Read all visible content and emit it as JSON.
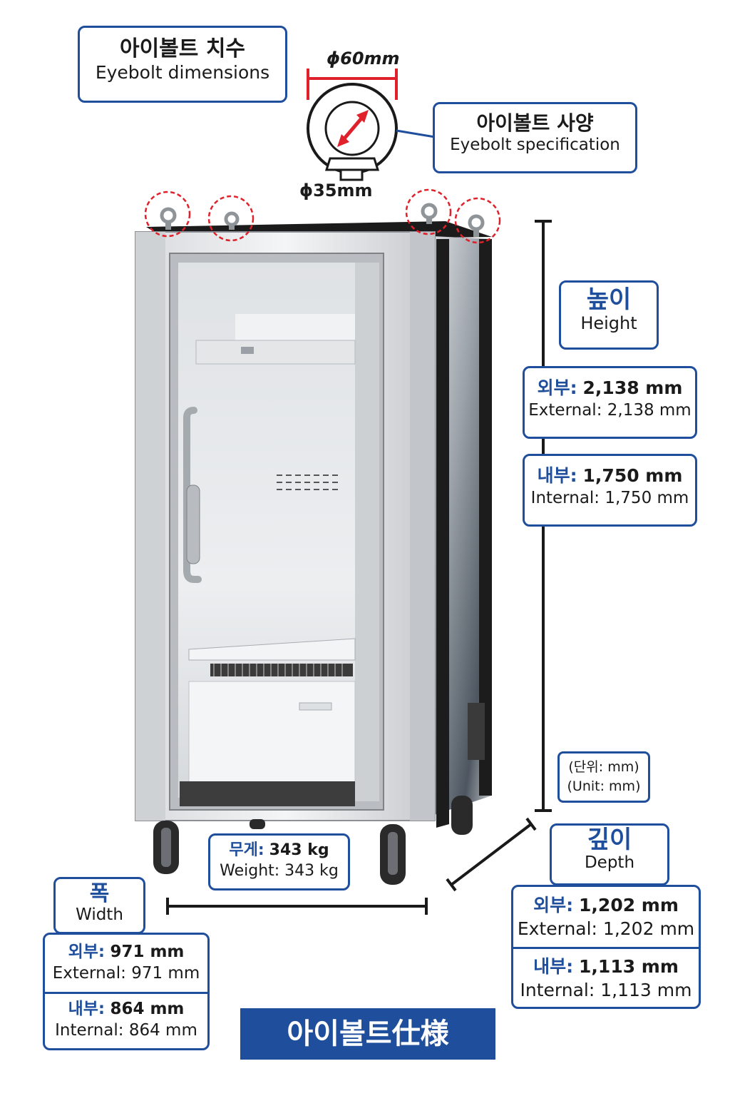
{
  "eyebolt_dimensions": {
    "ko": "아이볼트 치수",
    "en": "Eyebolt dimensions"
  },
  "eyebolt_spec": {
    "ko": "아이볼트 사양",
    "en": "Eyebolt specification"
  },
  "eyebolt_outer": "ϕ60mm",
  "eyebolt_inner": "ϕ35mm",
  "height": {
    "ko": "높이",
    "en": "Height",
    "external_ko_label": "외부:",
    "external_ko_value": "2,138 mm",
    "external_en": "External: 2,138 mm",
    "internal_ko_label": "내부:",
    "internal_ko_value": "1,750 mm",
    "internal_en": "Internal: 1,750 mm"
  },
  "unit": {
    "ko": "(단위: mm)",
    "en": "(Unit: mm)"
  },
  "depth": {
    "ko": "깊이",
    "en": "Depth",
    "external_ko_label": "외부:",
    "external_ko_value": "1,202 mm",
    "external_en": "External: 1,202 mm",
    "internal_ko_label": "내부:",
    "internal_ko_value": "1,113 mm",
    "internal_en": "Internal: 1,113 mm"
  },
  "weight": {
    "ko_label": "무게:",
    "ko_value": "343 kg",
    "en": "Weight: 343 kg"
  },
  "width": {
    "ko": "폭",
    "en": "Width",
    "external_ko_label": "외부:",
    "external_ko_value": "971 mm",
    "external_en": "External: 971 mm",
    "internal_ko_label": "내부:",
    "internal_ko_value": "864 mm",
    "internal_en": "Internal: 864 mm"
  },
  "banner": "아이볼트仕様",
  "colors": {
    "accent_blue": "#1f4e9c",
    "callout_red": "#e0202a"
  },
  "icons": [
    "eyebolt-icon",
    "cabinet-illustration"
  ]
}
